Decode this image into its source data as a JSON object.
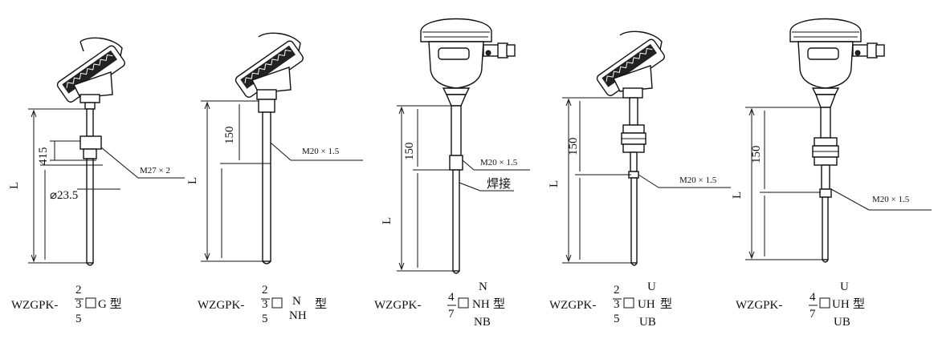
{
  "figures": [
    {
      "dims": {
        "total": "L",
        "upper": "415",
        "dia": "⌀23.5"
      },
      "callout": "M27 × 2",
      "model": {
        "prefix": "WZGPK-",
        "frac_top": "2",
        "frac_mid": "3",
        "frac_bot": "5",
        "suffix": "G 型"
      }
    },
    {
      "dims": {
        "total": "L",
        "upper": "150"
      },
      "callout": "M20 × 1.5",
      "model": {
        "prefix": "WZGPK-",
        "frac_top": "2",
        "frac_mid": "3",
        "frac_bot": "5",
        "opt1": "N",
        "opt2": "NH",
        "type": "型"
      }
    },
    {
      "dims": {
        "total": "L",
        "upper": "150"
      },
      "callout": "M20 × 1.5",
      "weld": "焊接",
      "model": {
        "prefix": "WZGPK-",
        "frac_top": "4",
        "frac_bot": "7",
        "opt1": "N",
        "opt2": "NH",
        "opt3": "NB",
        "type": "型"
      }
    },
    {
      "dims": {
        "total": "L",
        "upper": "150"
      },
      "callout": "M20 × 1.5",
      "model": {
        "prefix": "WZGPK-",
        "frac_top": "2",
        "frac_mid": "3",
        "frac_bot": "5",
        "opt1": "U",
        "opt2": "UH",
        "opt3": "UB",
        "type": "型"
      }
    },
    {
      "dims": {
        "total": "L",
        "upper": "150"
      },
      "callout": "M20 × 1.5",
      "model": {
        "prefix": "WZGPK-",
        "frac_top": "4",
        "frac_bot": "7",
        "opt1": "U",
        "opt2": "UH",
        "opt3": "UB",
        "type": "型"
      }
    }
  ]
}
